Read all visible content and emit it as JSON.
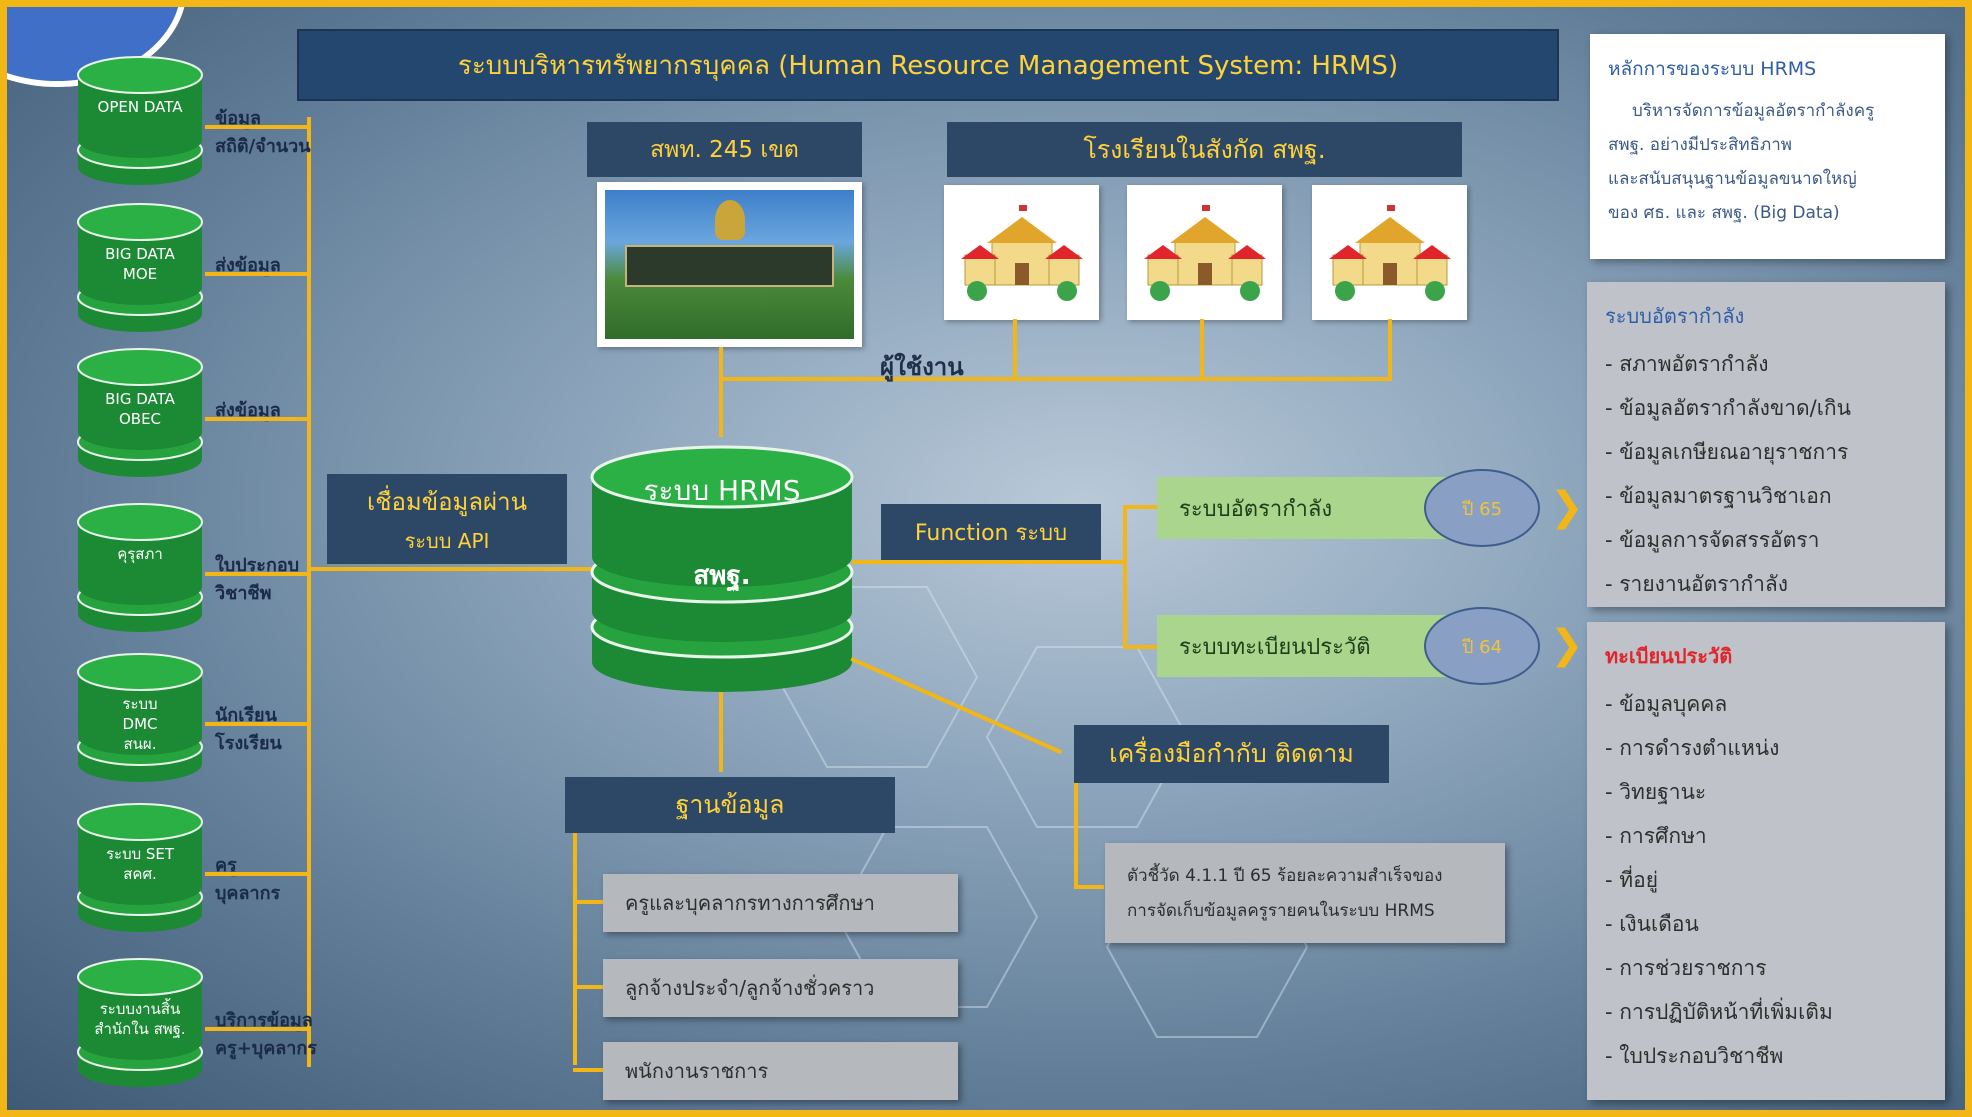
{
  "header": {
    "title": "ระบบบริหารทรัพยากรบุคคล (Human Resource Management System: HRMS)"
  },
  "sources": [
    {
      "db_line1": "OPEN DATA",
      "db_line2": "",
      "label_line1": "ข้อมูล",
      "label_line2": "สถิติ/จำนวน"
    },
    {
      "db_line1": "BIG DATA",
      "db_line2": "MOE",
      "label_line1": "ส่งข้อมูล",
      "label_line2": ""
    },
    {
      "db_line1": "BIG DATA",
      "db_line2": "OBEC",
      "label_line1": "ส่งข้อมูล",
      "label_line2": ""
    },
    {
      "db_line1": "คุรุสภา",
      "db_line2": "",
      "label_line1": "ใบประกอบ",
      "label_line2": "วิชาชีพ"
    },
    {
      "db_line1": "ระบบ",
      "db_line2": "DMC",
      "db_line3": "สนผ.",
      "label_line1": "นักเรียน",
      "label_line2": "โรงเรียน"
    },
    {
      "db_line1": "ระบบ SET",
      "db_line2": "สคศ.",
      "label_line1": "ครู",
      "label_line2": "บุคลากร"
    },
    {
      "db_line1": "ระบบงานสิ้น",
      "db_line2": "สำนักใน สพฐ.",
      "label_line1": "บริการข้อมูล",
      "label_line2": "ครู+บุคลากร"
    }
  ],
  "api": {
    "line1": "เชื่อมข้อมูลผ่าน",
    "line2": "ระบบ API"
  },
  "area_office": {
    "label": "สพท. 245 เขต"
  },
  "schools": {
    "label": "โรงเรียนในสังกัด สพฐ."
  },
  "users_label": "ผู้ใช้งาน",
  "hrms_db": {
    "line1": "ระบบ HRMS",
    "line2": "สพฐ."
  },
  "function_label": "Function ระบบ",
  "systems": [
    {
      "label": "ระบบอัตรากำลัง",
      "year": "ปี 65"
    },
    {
      "label": "ระบบทะเบียนประวัติ",
      "year": "ปี 64"
    }
  ],
  "monitoring": {
    "label": "เครื่องมือกำกับ ติดตาม",
    "kpi_line1": "ตัวชี้วัด 4.1.1 ปี 65 ร้อยละความสำเร็จของ",
    "kpi_line2": "การจัดเก็บข้อมูลครูรายคนในระบบ HRMS"
  },
  "database": {
    "label": "ฐานข้อมูล",
    "items": [
      "ครูและบุคลากรทางการศึกษา",
      "ลูกจ้างประจำ/ลูกจ้างชั่วคราว",
      "พนักงานราชการ"
    ]
  },
  "principles": {
    "title": "หลักการของระบบ HRMS",
    "line1": "บริหารจัดการข้อมูลอัตรากำลังครู",
    "line2": "สพฐ. อย่างมีประสิทธิภาพ",
    "line3": "และสนับสนุนฐานข้อมูลขนาดใหญ่",
    "line4": "ของ ศธ. และ สพฐ. (Big Data)"
  },
  "manpower_panel": {
    "title": "ระบบอัตรากำลัง",
    "items": [
      "- สภาพอัตรากำลัง",
      "- ข้อมูลอัตรากำลังขาด/เกิน",
      "- ข้อมูลเกษียณอายุราชการ",
      "- ข้อมูลมาตรฐานวิชาเอก",
      "- ข้อมูลการจัดสรรอัตรา",
      "- รายงานอัตรากำลัง"
    ]
  },
  "records_panel": {
    "title": "ทะเบียนประวัติ",
    "items": [
      "- ข้อมูลบุคคล",
      "- การดำรงตำแหน่ง",
      "- วิทยฐานะ",
      "- การศึกษา",
      "- ที่อยู่",
      "- เงินเดือน",
      "- การช่วยราชการ",
      "- การปฏิบัติหน้าที่เพิ่มเติม",
      "- ใบประกอบวิชาชีพ"
    ]
  },
  "colors": {
    "accent": "#f2b616",
    "db_green": "#1f9a3a",
    "navy": "#24476f",
    "title_red": "#e0262c"
  }
}
